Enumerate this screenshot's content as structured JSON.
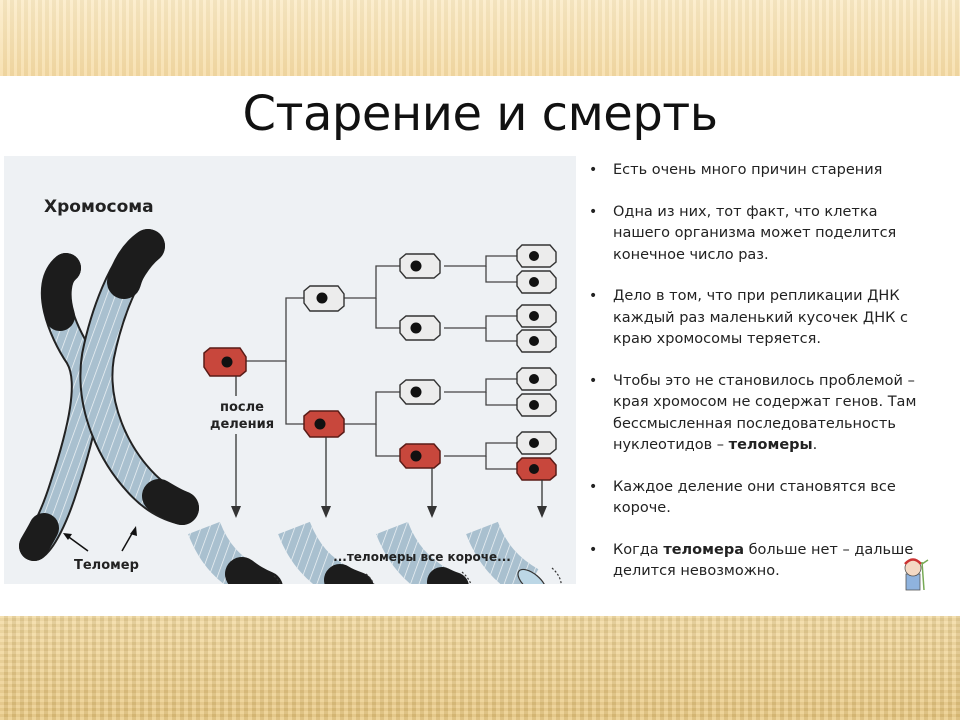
{
  "slide": {
    "title": "Старение и смерть",
    "bullets": [
      {
        "text": "Есть очень много причин старения"
      },
      {
        "text": "Одна из них, тот факт, что клетка нашего организма может поделится конечное число раз."
      },
      {
        "text": "Дело в том, что при репликации ДНК каждый раз маленький кусочек ДНК с краю хромосомы теряется."
      },
      {
        "pre": "Чтобы это не становилось проблемой – края хромосом не содержат генов. Там бессмысленная последовательность нуклеотидов – ",
        "bold": "теломеры",
        "post": "."
      },
      {
        "text": "Каждое деление они становятся все короче."
      },
      {
        "pre": "Когда ",
        "bold": "теломера",
        "post": " больше нет – дальше делится невозможно."
      }
    ]
  },
  "figure": {
    "chromosome_label": "Хромосома",
    "after_division_label_1": "после",
    "after_division_label_2": "деления",
    "telomere_label": "Теломер",
    "shorter_label": "...теломеры все короче..."
  },
  "colors": {
    "red_cell": "#c8473c",
    "white_cell": "#ececec",
    "telomere": "#1c1c1c",
    "chromatid": "#a8c0d0"
  }
}
